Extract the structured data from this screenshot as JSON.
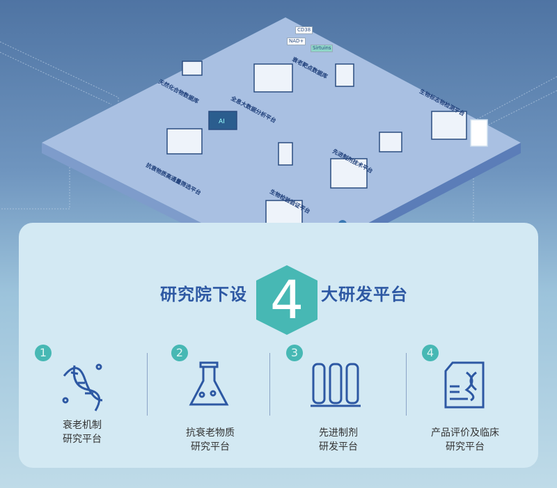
{
  "platform_labels": {
    "natural_compound_db": "天然化合物数据库",
    "bigdata_platform": "全息大数据分析平台",
    "aging_target_db": "衰老靶点数据库",
    "biomarker_platform": "生物标志物检测平台",
    "formulation_platform": "先进制剂技术平台",
    "bio_validation_platform": "生物检验验证平台",
    "screening_platform": "抗衰物质高通量筛选平台",
    "tags": [
      "CD38",
      "NAD+",
      "Sirtuins"
    ],
    "chip": "AI"
  },
  "heading": {
    "left": "研究院下设",
    "number": "4",
    "right": "大研发平台"
  },
  "platforms": [
    {
      "num": "1",
      "line1": "衰老机制",
      "line2": "研究平台",
      "icon": "dna-icon"
    },
    {
      "num": "2",
      "line1": "抗衰老物质",
      "line2": "研究平台",
      "icon": "flask-icon"
    },
    {
      "num": "3",
      "line1": "先进制剂",
      "line2": "研发平台",
      "icon": "test-tubes-icon"
    },
    {
      "num": "4",
      "line1": "产品评价及临床",
      "line2": "研究平台",
      "icon": "document-dna-icon"
    }
  ],
  "colors": {
    "accent": "#47b8b4",
    "primary": "#2d58a3"
  }
}
